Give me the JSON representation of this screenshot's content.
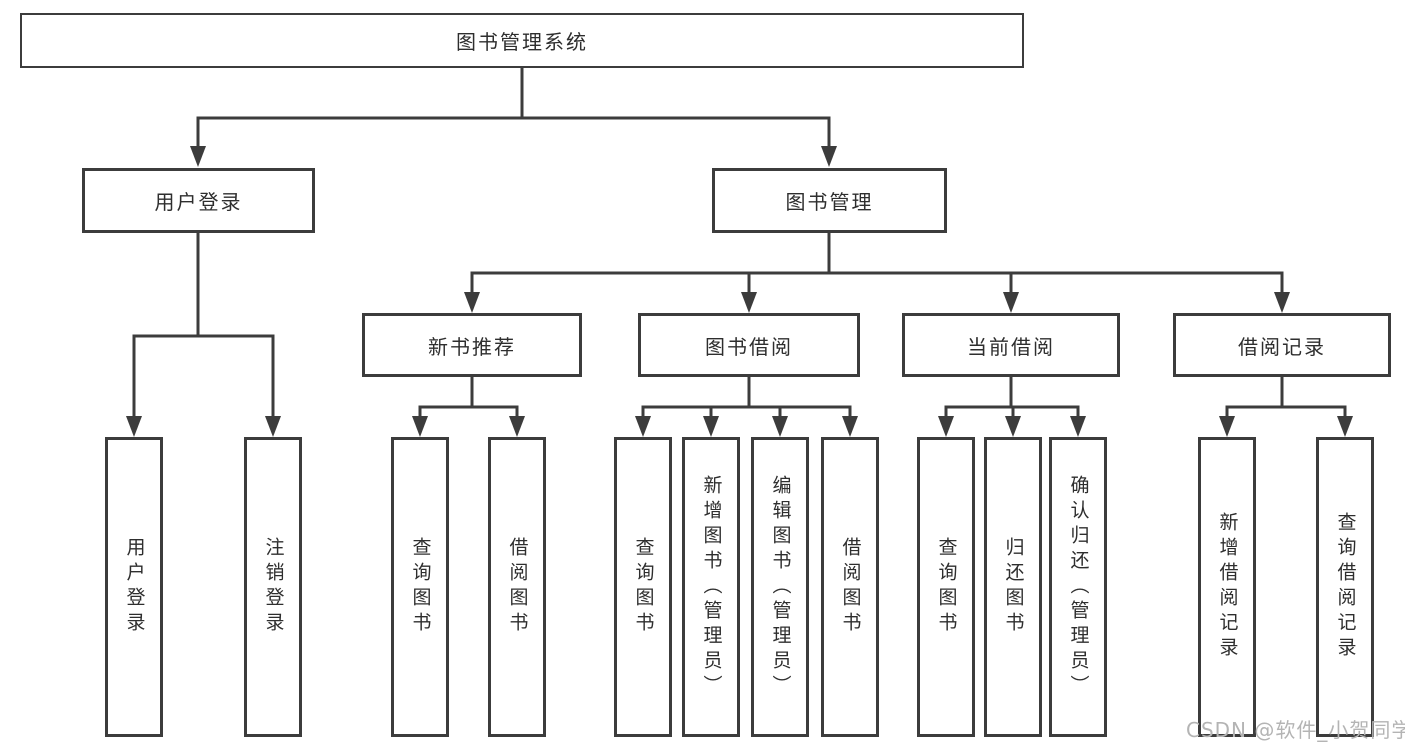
{
  "root": {
    "label": "图书管理系统"
  },
  "user_login": {
    "label": "用户登录",
    "leaves": [
      "用户登录",
      "注销登录"
    ]
  },
  "book_management": {
    "label": "图书管理",
    "sections": [
      {
        "label": "新书推荐",
        "leaves": [
          "查询图书",
          "借阅图书"
        ]
      },
      {
        "label": "图书借阅",
        "leaves": [
          "查询图书",
          "新增图书（管理员）",
          "编辑图书（管理员）",
          "借阅图书"
        ]
      },
      {
        "label": "当前借阅",
        "leaves": [
          "查询图书",
          "归还图书",
          "确认归还（管理员）"
        ]
      },
      {
        "label": "借阅记录",
        "leaves": [
          "新增借阅记录",
          "查询借阅记录"
        ]
      }
    ]
  },
  "watermark": {
    "text": "CSDN @软件_小贺同学",
    "color": "#b4b4b4"
  },
  "colors": {
    "line": "#3c3c3c",
    "box_border": "#3c3c3c",
    "text": "#2e2e2e",
    "background": "#ffffff"
  }
}
